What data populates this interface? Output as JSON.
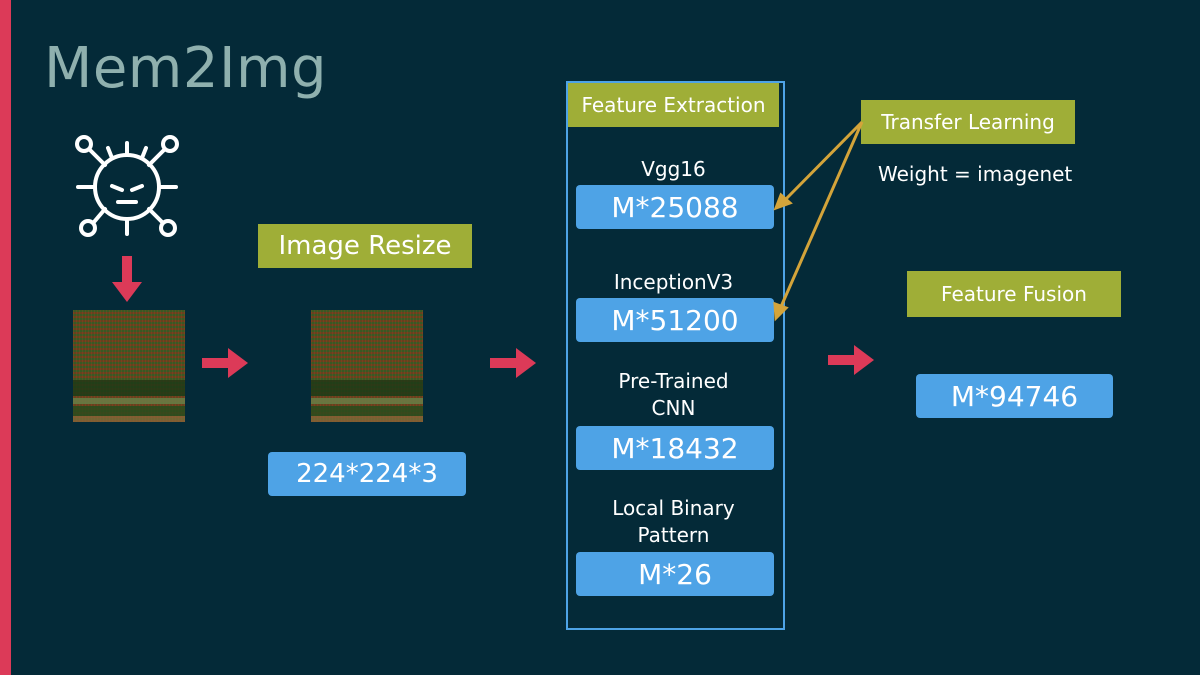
{
  "title": "Mem2Img",
  "image_resize": {
    "label": "Image Resize",
    "size": "224*224*3"
  },
  "feature_extraction": {
    "label": "Feature Extraction",
    "models": [
      {
        "name": "Vgg16",
        "dims": "M*25088"
      },
      {
        "name": "InceptionV3",
        "dims": "M*51200"
      },
      {
        "name_line1": "Pre-Trained",
        "name_line2": "CNN",
        "dims": "M*18432"
      },
      {
        "name_line1": "Local Binary",
        "name_line2": "Pattern",
        "dims": "M*26"
      }
    ]
  },
  "transfer_learning": {
    "label": "Transfer Learning",
    "weight": "Weight = imagenet"
  },
  "feature_fusion": {
    "label": "Feature Fusion",
    "dims": "M*94746"
  },
  "icons": {
    "malware": "virus-icon",
    "arrow": "right-arrow-icon"
  },
  "colors": {
    "background": "#042a38",
    "accent": "#dc3a58",
    "label_green": "#9fae37",
    "box_blue": "#4ea3e6",
    "connector": "#d4a43a",
    "title": "#8fb0ae"
  }
}
